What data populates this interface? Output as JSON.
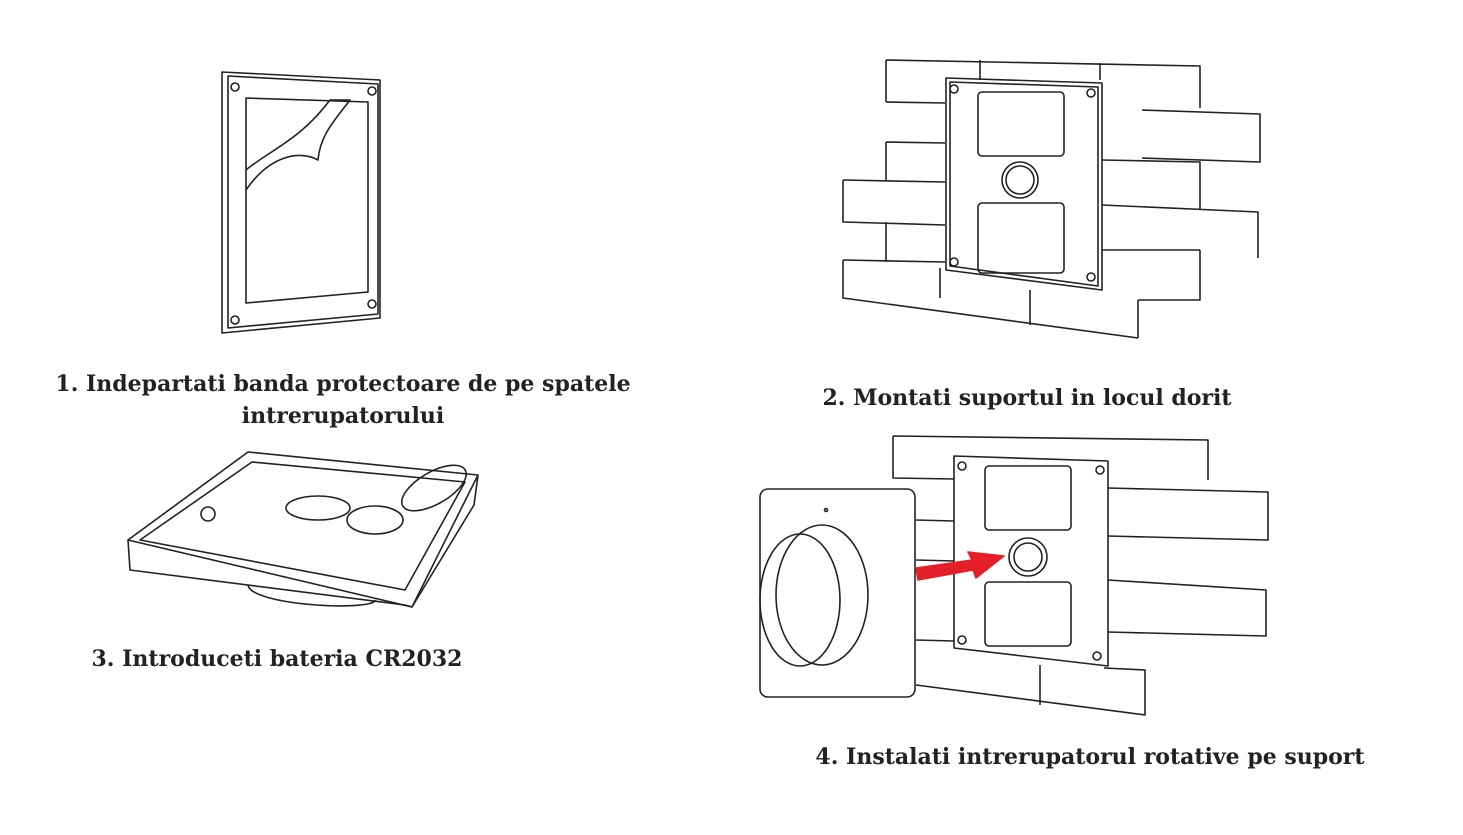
{
  "steps": [
    {
      "caption_line1": "1. Indepartati banda protectoare de pe spatele",
      "caption_line2": "intrerupatorului"
    },
    {
      "caption": "2. Montati suportul in locul dorit"
    },
    {
      "caption": "3. Introduceti bateria CR2032"
    },
    {
      "caption": "4. Instalati intrerupatorul rotative pe suport"
    }
  ],
  "colors": {
    "arrow": "#e3202a",
    "line": "#222222"
  }
}
